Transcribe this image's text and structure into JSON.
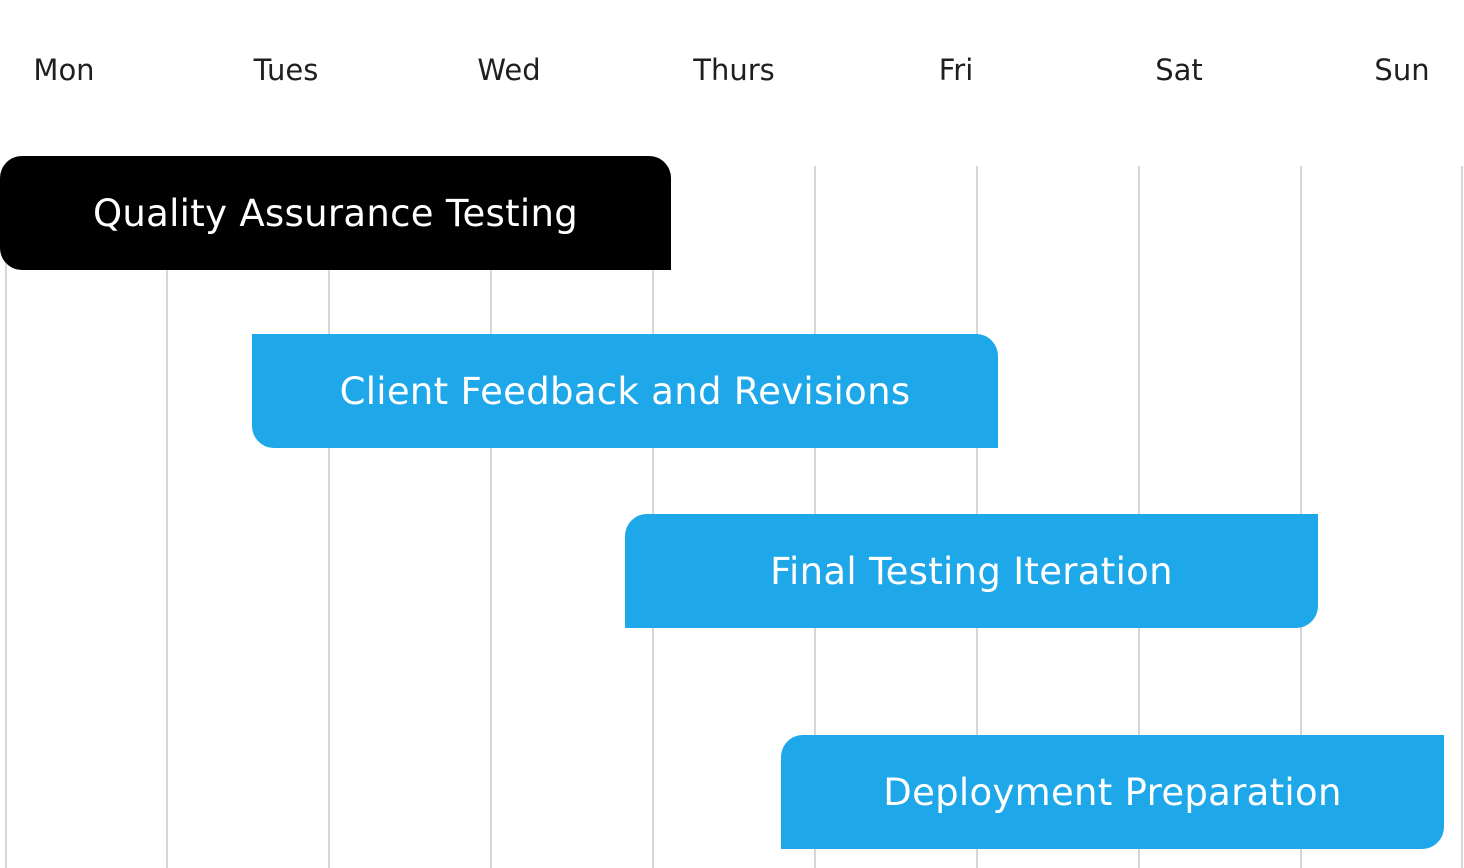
{
  "days": [
    "Mon",
    "Tues",
    "Wed",
    "Thurs",
    "Fri",
    "Sat",
    "Sun"
  ],
  "tasks": [
    {
      "label": "Quality Assurance Testing",
      "color": "#000000"
    },
    {
      "label": "Client Feedback and Revisions",
      "color": "#1ea7e9"
    },
    {
      "label": "Final Testing Iteration",
      "color": "#1ea7e9"
    },
    {
      "label": "Deployment Preparation",
      "color": "#1ea7e9"
    }
  ],
  "colors": {
    "grid": "#d6d6d6",
    "header_text": "#1f1f1f"
  }
}
